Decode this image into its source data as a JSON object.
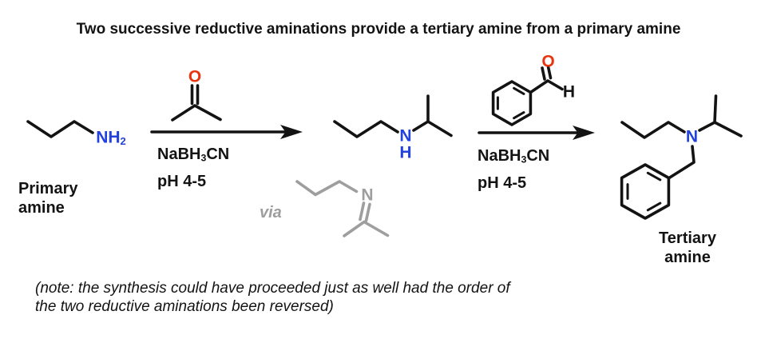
{
  "title": "Two successive reductive aminations provide a tertiary amine from a primary amine",
  "colors": {
    "bond_black": "#131313",
    "nitrogen_blue": "#2342dc",
    "oxygen_red": "#e8350f",
    "intermediate_gray": "#9e9e9e"
  },
  "step1": {
    "reagent_prefix": "NaBH",
    "reagent_sub": "3",
    "reagent_suffix": "CN",
    "conditions": "pH 4-5"
  },
  "step2": {
    "reagent_prefix": "NaBH",
    "reagent_sub": "3",
    "reagent_suffix": "CN",
    "conditions": "pH 4-5"
  },
  "atoms": {
    "primary_nh_prefix": "NH",
    "primary_nh_sub": "2",
    "acetone_o": "O",
    "secondary_n": "N",
    "secondary_h": "H",
    "imine_n": "N",
    "benzaldehyde_o": "O",
    "benzaldehyde_h": "H",
    "tertiary_n": "N"
  },
  "labels": {
    "primary_line1": "Primary",
    "primary_line2": "amine",
    "tertiary_line1": "Tertiary",
    "tertiary_line2": "amine",
    "via": "via"
  },
  "note": {
    "line1": "(note: the synthesis could have proceeded just as well had the order of",
    "line2": "the two reductive aminations been reversed)"
  }
}
